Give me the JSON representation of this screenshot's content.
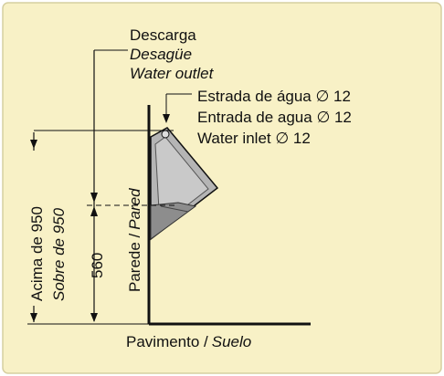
{
  "colors": {
    "background": "#f8f1c6",
    "panel_border": "#d6cfa0",
    "line": "#111111",
    "urinal_fill": "#b8b8b8",
    "urinal_dark": "#8c8c8c"
  },
  "labels": {
    "outlet_pt": "Descarga",
    "outlet_es": "Desagüe",
    "outlet_en": "Water outlet",
    "inlet_pt": "Estrada de água ∅ 12",
    "inlet_es": "Entrada de agua ∅ 12",
    "inlet_en": "Water inlet ∅ 12",
    "height_pt": "Acima de 950",
    "height_es": "Sobre de 950",
    "outlet_height": "560",
    "wall_pt": "Parede /",
    "wall_es": "Pared",
    "floor_pt": "Pavimento /",
    "floor_es": "Suelo"
  },
  "icons": {
    "urinal": "urinal-icon"
  }
}
